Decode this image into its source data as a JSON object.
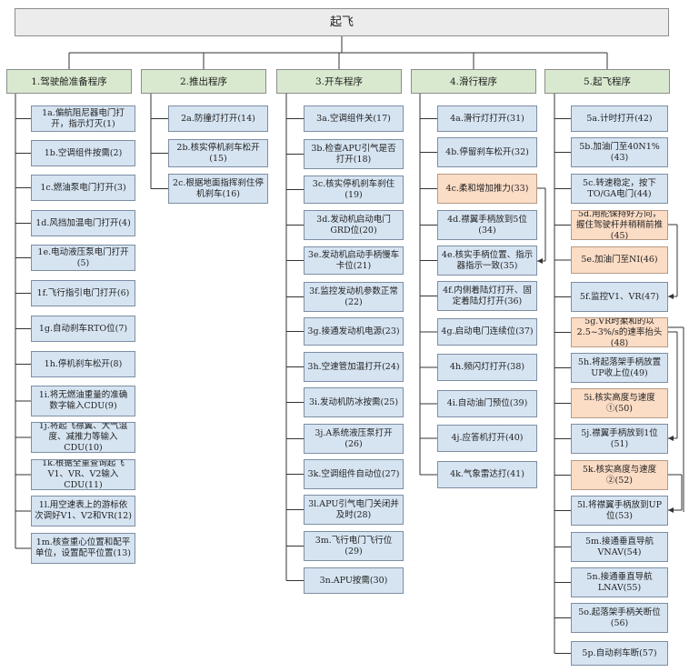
{
  "root": {
    "label": "起飞"
  },
  "categories": [
    {
      "label": "1.驾驶舱准备程序",
      "items": [
        {
          "label": "1a.偏航阻尼器电门打开，指示灯灭(1)"
        },
        {
          "label": "1b.空调组件按需(2)"
        },
        {
          "label": "1c.燃油泵电门打开(3)"
        },
        {
          "label": "1d.风挡加温电门打开(4)"
        },
        {
          "label": "1e.电动液压泵电门打开(5)"
        },
        {
          "label": "1f.飞行指引电门打开(6)"
        },
        {
          "label": "1g.自动刹车RTO位(7)"
        },
        {
          "label": "1h.停机刹车松开(8)"
        },
        {
          "label": "1i.将无燃油重量的准确数字输入CDU(9)"
        },
        {
          "label": "1j.将起飞襟翼、大气温度、减推力等输入CDU(10)"
        },
        {
          "label": "1k.根据全重查询起飞V1、VR、V2输入CDU(11)"
        },
        {
          "label": "1l.用空速表上的游标依次调好V1、V2和VR(12)"
        },
        {
          "label": "1m.核查重心位置和配平单位，设置配平位置(13)"
        }
      ]
    },
    {
      "label": "2.推出程序",
      "items": [
        {
          "label": "2a.防撞灯打开(14)"
        },
        {
          "label": "2b.核实停机刹车松开(15)"
        },
        {
          "label": "2c.根据地面指挥刹住停机刹车(16)"
        }
      ]
    },
    {
      "label": "3.开车程序",
      "items": [
        {
          "label": "3a.空调组件关(17)"
        },
        {
          "label": "3b.检查APU引气是否打开(18)"
        },
        {
          "label": "3c.核实停机刹车刹住(19)"
        },
        {
          "label": "3d.发动机启动电门GRD位(20)"
        },
        {
          "label": "3e.发动机启动手柄慢车卡位(21)"
        },
        {
          "label": "3f.监控发动机参数正常(22)"
        },
        {
          "label": "3g.接通发动机电源(23)"
        },
        {
          "label": "3h.空速管加温打开(24)"
        },
        {
          "label": "3i.发动机防冰按需(25)"
        },
        {
          "label": "3j.A系统液压泵打开(26)"
        },
        {
          "label": "3k.空调组件自动位(27)"
        },
        {
          "label": "3l.APU引气电门关闭并及时(28)"
        },
        {
          "label": "3m.飞行电门飞行位(29)"
        },
        {
          "label": "3n.APU按需(30)"
        }
      ]
    },
    {
      "label": "4.滑行程序",
      "items": [
        {
          "label": "4a.滑行灯打开(31)"
        },
        {
          "label": "4b.停留刹车松开(32)"
        },
        {
          "label": "4c.柔和增加推力(33)",
          "highlight": true
        },
        {
          "label": "4d.襟翼手柄放到5位(34)"
        },
        {
          "label": "4e.核实手柄位置、指示器指示一致(35)"
        },
        {
          "label": "4f.内侧着陆灯打开、固定着陆灯打开(36)"
        },
        {
          "label": "4g.启动电门连续位(37)"
        },
        {
          "label": "4h.频闪灯打开(38)"
        },
        {
          "label": "4i.自动油门预位(39)"
        },
        {
          "label": "4j.应答机打开(40)"
        },
        {
          "label": "4k.气象雷达打(41)"
        }
      ]
    },
    {
      "label": "5.起飞程序",
      "items": [
        {
          "label": "5a.计时打开(42)"
        },
        {
          "label": "5b.加油门至40N1%(43)"
        },
        {
          "label": "5c.转速稳定，按下TO/GA电门(44)"
        },
        {
          "label": "5d.用舵保持好方向，握住驾驶杆并稍稍前推(45)",
          "highlight": true
        },
        {
          "label": "5e.加油门至NI(46)",
          "highlight": true
        },
        {
          "label": "5f.监控V1、VR(47)"
        },
        {
          "label": "5g.VR时柔和的以2.5~3%/s的速率抬头(48)",
          "highlight": true
        },
        {
          "label": "5h.将起落架手柄放置UP收上位(49)"
        },
        {
          "label": "5i.核实高度与速度①(50)",
          "highlight": true
        },
        {
          "label": "5j.襟翼手柄放到1位(51)"
        },
        {
          "label": "5k.核实高度与速度②(52)",
          "highlight": true
        },
        {
          "label": "5l.将襟翼手柄放到UP位(53)"
        },
        {
          "label": "5m.接通垂直导航VNAV(54)"
        },
        {
          "label": "5n.接通垂直导航LNAV(55)"
        },
        {
          "label": "5o.起落架手柄关断位(56)"
        },
        {
          "label": "5p.自动刹车断(57)"
        }
      ]
    }
  ],
  "colors": {
    "root": "#ececec",
    "category": "#d9e9cf",
    "item": "#d6e4f2",
    "highlight": "#fbdcc5",
    "line": "#333333"
  }
}
